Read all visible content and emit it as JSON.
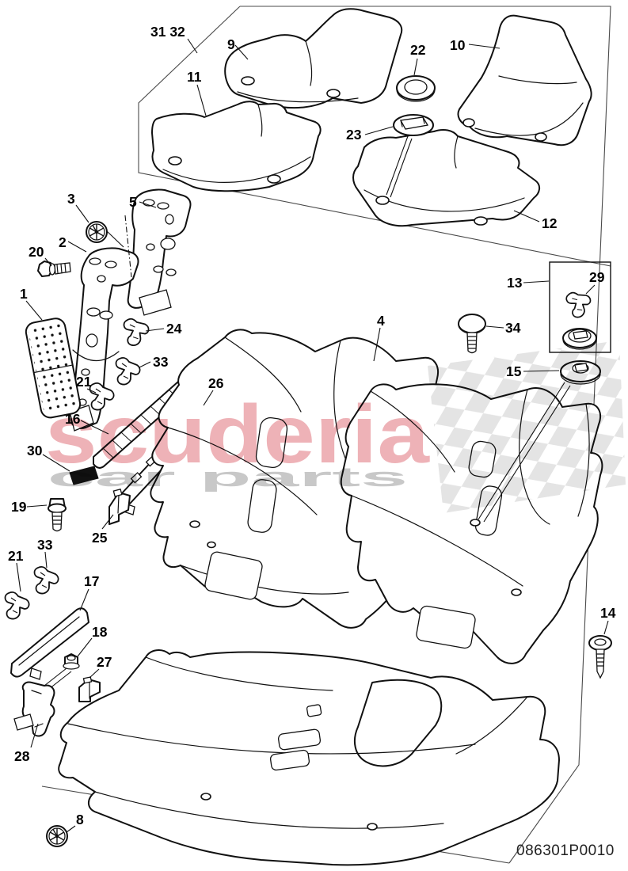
{
  "drawing": {
    "part_number": "086301P0010",
    "line_color": "#111111",
    "frame_color": "#4a4a4a"
  },
  "watermark": {
    "brand": "scuderia",
    "subtitle": "car parts",
    "brand_color": "#dd6670",
    "subtitle_color": "#bfbfbf",
    "checker_color": "#d8d8d8"
  },
  "callouts": [
    {
      "id": "31-32",
      "label": "31 32"
    },
    {
      "id": "9",
      "label": "9"
    },
    {
      "id": "11",
      "label": "11"
    },
    {
      "id": "22",
      "label": "22"
    },
    {
      "id": "10",
      "label": "10"
    },
    {
      "id": "23",
      "label": "23"
    },
    {
      "id": "12",
      "label": "12"
    },
    {
      "id": "3",
      "label": "3"
    },
    {
      "id": "5",
      "label": "5"
    },
    {
      "id": "2",
      "label": "2"
    },
    {
      "id": "20",
      "label": "20"
    },
    {
      "id": "1",
      "label": "1"
    },
    {
      "id": "24",
      "label": "24"
    },
    {
      "id": "33a",
      "label": "33"
    },
    {
      "id": "21a",
      "label": "21"
    },
    {
      "id": "26",
      "label": "26"
    },
    {
      "id": "16",
      "label": "16"
    },
    {
      "id": "30",
      "label": "30"
    },
    {
      "id": "19",
      "label": "19"
    },
    {
      "id": "25",
      "label": "25"
    },
    {
      "id": "33b",
      "label": "33"
    },
    {
      "id": "21b",
      "label": "21"
    },
    {
      "id": "17",
      "label": "17"
    },
    {
      "id": "18",
      "label": "18"
    },
    {
      "id": "27",
      "label": "27"
    },
    {
      "id": "28",
      "label": "28"
    },
    {
      "id": "8",
      "label": "8"
    },
    {
      "id": "4",
      "label": "4"
    },
    {
      "id": "13",
      "label": "13"
    },
    {
      "id": "29",
      "label": "29"
    },
    {
      "id": "34",
      "label": "34"
    },
    {
      "id": "15",
      "label": "15"
    },
    {
      "id": "14",
      "label": "14"
    }
  ]
}
